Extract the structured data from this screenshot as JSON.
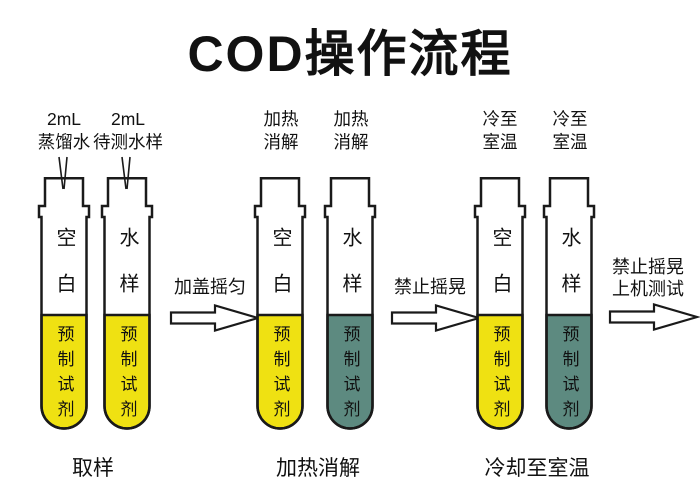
{
  "title": "COD操作流程",
  "colors": {
    "outline": "#1a1a1a",
    "reagent_yellow": "#efe112",
    "reagent_green": "#5d8a80",
    "background": "#ffffff"
  },
  "stages": [
    {
      "label": "取样",
      "tubes": [
        {
          "annotation_line1": "2mL",
          "annotation_line2": "蒸馏水",
          "content_label": "空白",
          "reagent_label": "预制试剂",
          "reagent_color": "#efe112"
        },
        {
          "annotation_line1": "2mL",
          "annotation_line2": "待测水样",
          "content_label": "水样",
          "reagent_label": "预制试剂",
          "reagent_color": "#efe112"
        }
      ]
    },
    {
      "label": "加热消解",
      "tubes": [
        {
          "annotation_line1": "加热",
          "annotation_line2": "消解",
          "content_label": "空白",
          "reagent_label": "预制试剂",
          "reagent_color": "#efe112"
        },
        {
          "annotation_line1": "加热",
          "annotation_line2": "消解",
          "content_label": "水样",
          "reagent_label": "预制试剂",
          "reagent_color": "#5d8a80"
        }
      ]
    },
    {
      "label": "冷却至室温",
      "tubes": [
        {
          "annotation_line1": "冷至",
          "annotation_line2": "室温",
          "content_label": "空白",
          "reagent_label": "预制试剂",
          "reagent_color": "#efe112"
        },
        {
          "annotation_line1": "冷至",
          "annotation_line2": "室温",
          "content_label": "水样",
          "reagent_label": "预制试剂",
          "reagent_color": "#5d8a80"
        }
      ]
    }
  ],
  "arrows": [
    {
      "label_line1": "加盖摇匀",
      "label_line2": ""
    },
    {
      "label_line1": "禁止摇晃",
      "label_line2": ""
    },
    {
      "label_line1": "禁止摇晃",
      "label_line2": "上机测试"
    }
  ]
}
